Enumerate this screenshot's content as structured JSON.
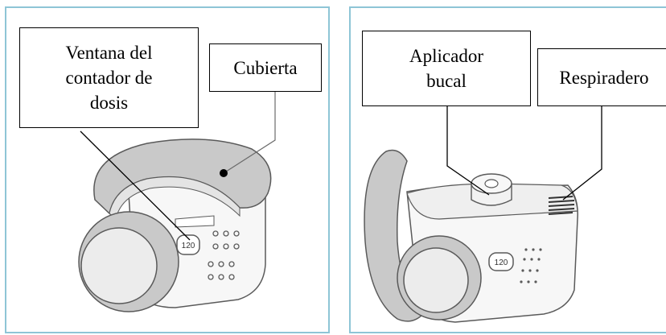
{
  "colors": {
    "panel_border": "#8ec5d6",
    "device_body": "#f7f7f7",
    "device_cover": "#c9c9c9",
    "outline": "#5a5a5a",
    "leader": "#000000"
  },
  "panels": [
    {
      "callouts": [
        {
          "lines": [
            "Ventana del",
            "contador de",
            "dosis"
          ]
        },
        {
          "lines": [
            "Cubierta"
          ]
        }
      ],
      "counter_text": "120"
    },
    {
      "callouts": [
        {
          "lines": [
            "Aplicador",
            "bucal"
          ]
        },
        {
          "lines": [
            "Respiradero"
          ]
        }
      ],
      "counter_text": "120"
    }
  ]
}
